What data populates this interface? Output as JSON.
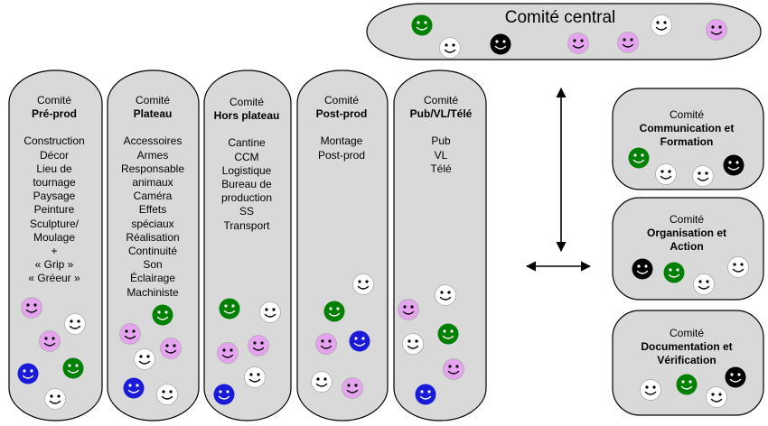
{
  "colors": {
    "shape_fill": "#d9d9d9",
    "green": "#008000",
    "white": "#ffffff",
    "black": "#000000",
    "pink": "#e6a3f0",
    "blue": "#1a1ad9"
  },
  "central": {
    "title": "Comité central",
    "faces": [
      "green",
      "white",
      "black",
      "pink",
      "pink",
      "white",
      "pink"
    ]
  },
  "columns": [
    {
      "label": "Comité",
      "name": "Pré-prod",
      "items": [
        "Construction",
        "Décor",
        "Lieu de",
        "tournage",
        "Paysage",
        "Peinture",
        "Sculpture/",
        "Moulage",
        "+",
        "« Grip »",
        "« Gréeur »"
      ],
      "faces": [
        "pink",
        "white",
        "pink",
        "blue",
        "green",
        "white"
      ]
    },
    {
      "label": "Comité",
      "name": "Plateau",
      "items": [
        "Accessoires",
        "Armes",
        "Responsable",
        "animaux",
        "Caméra",
        "Effets",
        "spéciaux",
        "Réalisation",
        "Continuité",
        "Son",
        "Éclairage",
        "Machiniste"
      ],
      "faces": [
        "green",
        "pink",
        "pink",
        "white",
        "blue",
        "white"
      ]
    },
    {
      "label": "Comité",
      "name": "Hors plateau",
      "items": [
        "Cantine",
        "CCM",
        "Logistique",
        "Bureau de",
        "production",
        "SS",
        "Transport"
      ],
      "faces": [
        "green",
        "white",
        "pink",
        "pink",
        "white",
        "blue"
      ]
    },
    {
      "label": "Comité",
      "name": "Post-prod",
      "items": [
        "Montage",
        "Post-prod"
      ],
      "faces": [
        "white",
        "green",
        "pink",
        "blue",
        "white",
        "pink"
      ]
    },
    {
      "label": "Comité",
      "name": "Pub/VL/Télé",
      "items": [
        "Pub",
        "VL",
        "Télé"
      ],
      "faces": [
        "white",
        "pink",
        "green",
        "white",
        "pink",
        "blue"
      ]
    }
  ],
  "side": [
    {
      "label": "Comité",
      "name_lines": [
        "Communication et",
        "Formation"
      ],
      "faces": [
        "green",
        "white",
        "white",
        "black"
      ]
    },
    {
      "label": "Comité",
      "name_lines": [
        "Organisation et",
        "Action"
      ],
      "faces": [
        "black",
        "green",
        "white",
        "white"
      ]
    },
    {
      "label": "Comité",
      "name_lines": [
        "Documentation et",
        "Vérification"
      ],
      "faces": [
        "white",
        "green",
        "white",
        "black"
      ]
    }
  ]
}
